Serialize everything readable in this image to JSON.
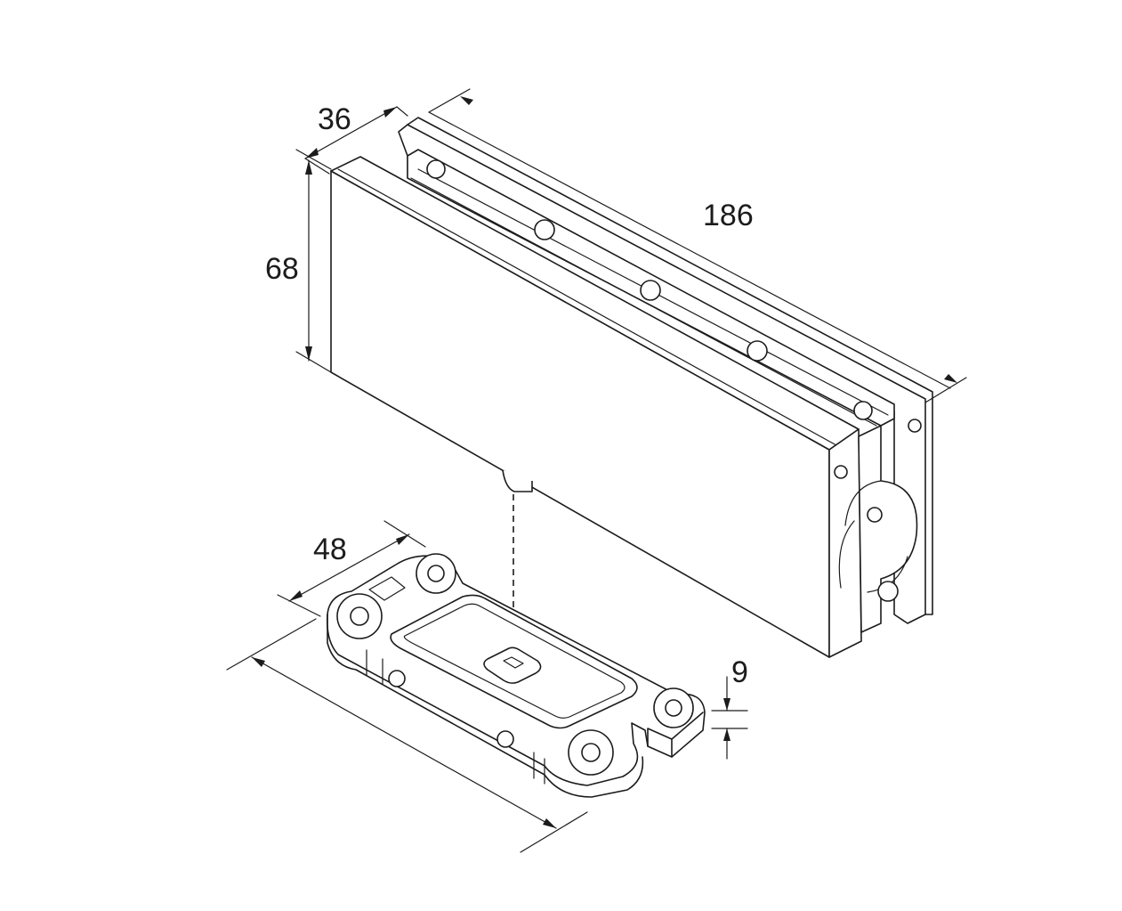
{
  "drawing": {
    "dimensions": {
      "width_top": "36",
      "height": "68",
      "length": "186",
      "plate_width": "48",
      "plate_thickness": "9"
    }
  }
}
